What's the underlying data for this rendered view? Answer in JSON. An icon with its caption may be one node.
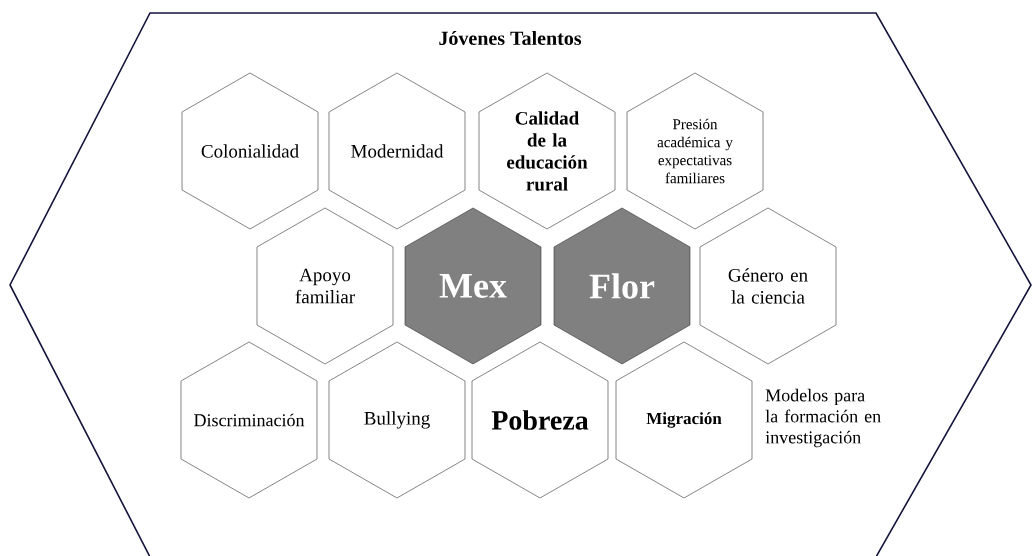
{
  "diagram": {
    "nodes": [
      {
        "text": [
          "Jóvenes Talentos"
        ]
      },
      {
        "text": [
          "Colonialidad"
        ],
        "in": 0
      },
      {
        "text": [
          "Modernidad"
        ],
        "in": 0
      },
      {
        "text": [
          "Calidad de la educación rural"
        ],
        "in": 0
      },
      {
        "text": [
          "Presión académica y expectativas familiares"
        ],
        "in": 0
      },
      {
        "text": [
          "Apoyo familiar"
        ],
        "in": 0
      },
      {
        "text": [
          "Mex"
        ],
        "in": 0
      },
      {
        "text": [
          "Flor"
        ],
        "in": 0
      },
      {
        "text": [
          "Género en la ciencia"
        ],
        "in": 0
      },
      {
        "text": [
          "Discriminación"
        ],
        "in": 0
      },
      {
        "text": [
          "Bullying"
        ],
        "in": 0
      },
      {
        "text": [
          "Pobreza"
        ],
        "in": 0
      },
      {
        "text": [
          "Migración"
        ],
        "in": 0
      }
    ],
    "labels": [
      "Modelos para la formación en investigación"
    ]
  }
}
